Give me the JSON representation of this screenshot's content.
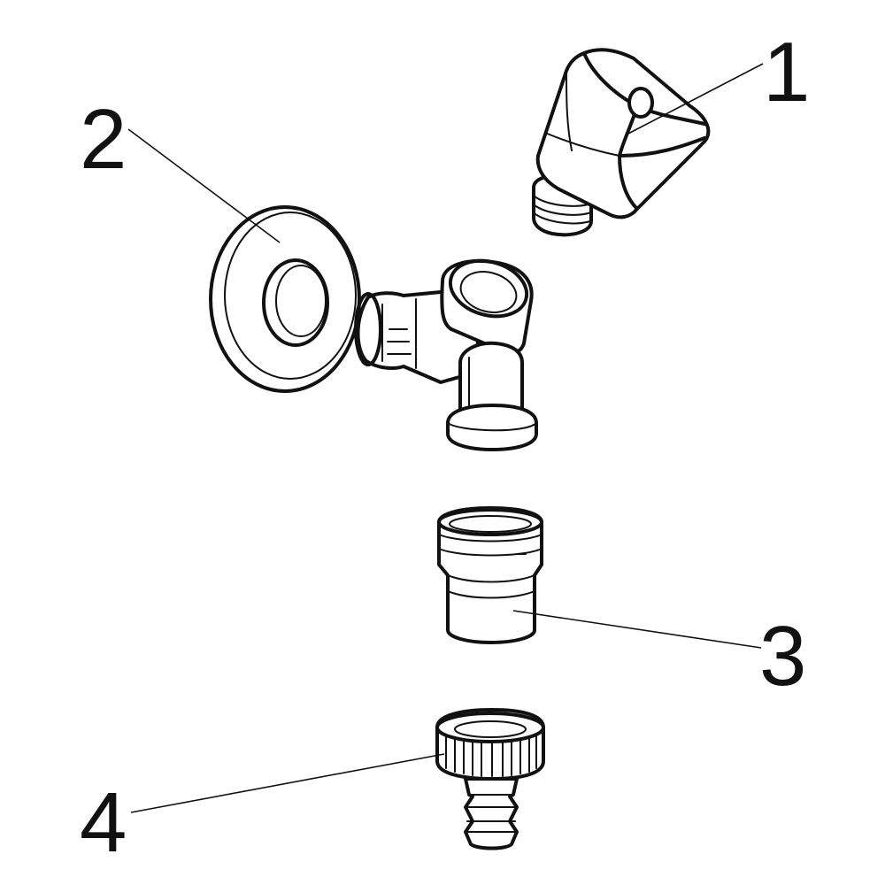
{
  "diagram": {
    "type": "exploded-parts-drawing",
    "line_color": "#111111",
    "background": "#ffffff",
    "parts": [
      {
        "number": "1",
        "icon": "valve-handle-icon"
      },
      {
        "number": "2",
        "icon": "wall-rosette-with-angle-valve-body-icon"
      },
      {
        "number": "3",
        "icon": "threaded-nipple-adapter-icon"
      },
      {
        "number": "4",
        "icon": "hose-connector-icon"
      }
    ]
  }
}
